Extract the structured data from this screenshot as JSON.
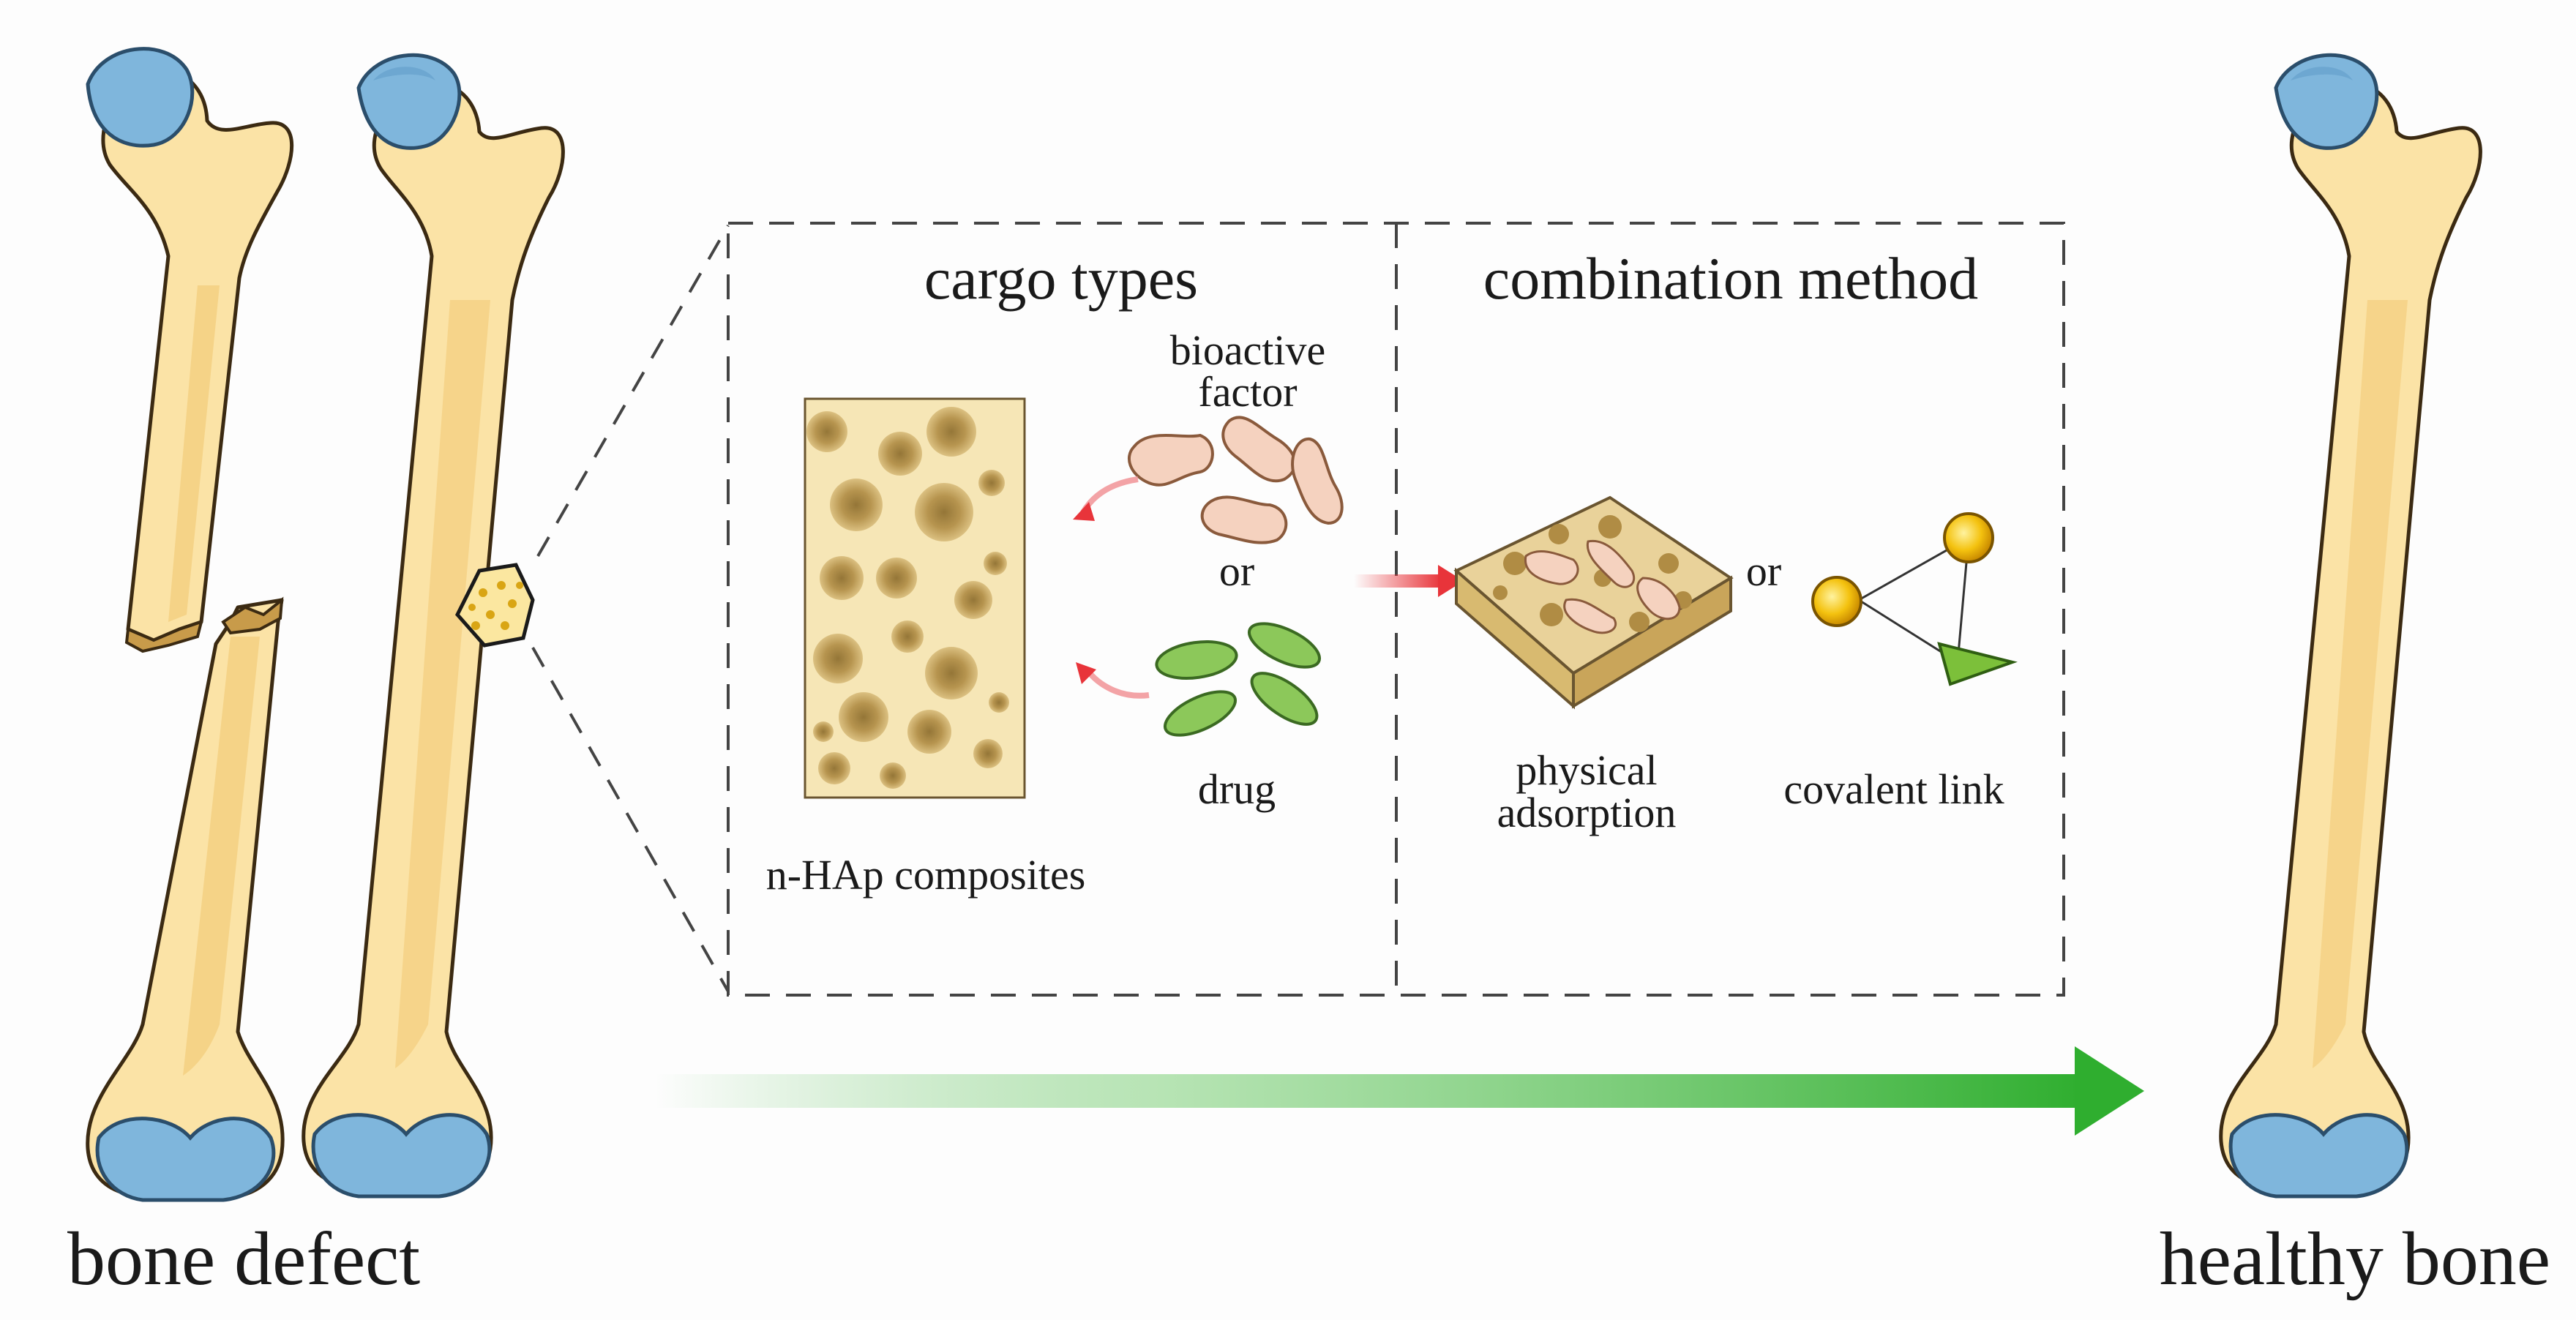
{
  "labels": {
    "bone_defect": "bone defect",
    "healthy_bone": "healthy bone",
    "cargo_types": "cargo types",
    "combination_method": "combination method",
    "bioactive": "bioactive",
    "factor": "factor",
    "or_1": "or",
    "drug": "drug",
    "n_hap": "n-HAp composites",
    "physical": "physical",
    "adsorption": "adsorption",
    "or_2": "or",
    "covalent_link": "covalent link"
  },
  "colors": {
    "bone": "#fbe3a6",
    "cartilage": "#7fb6dc",
    "arrow_green": "#3bb33b",
    "arrow_red": "#e8343a",
    "drug_green": "#8cc85a",
    "factor_pink": "#f5d2bf",
    "composite_tan": "#f3e2b0"
  }
}
